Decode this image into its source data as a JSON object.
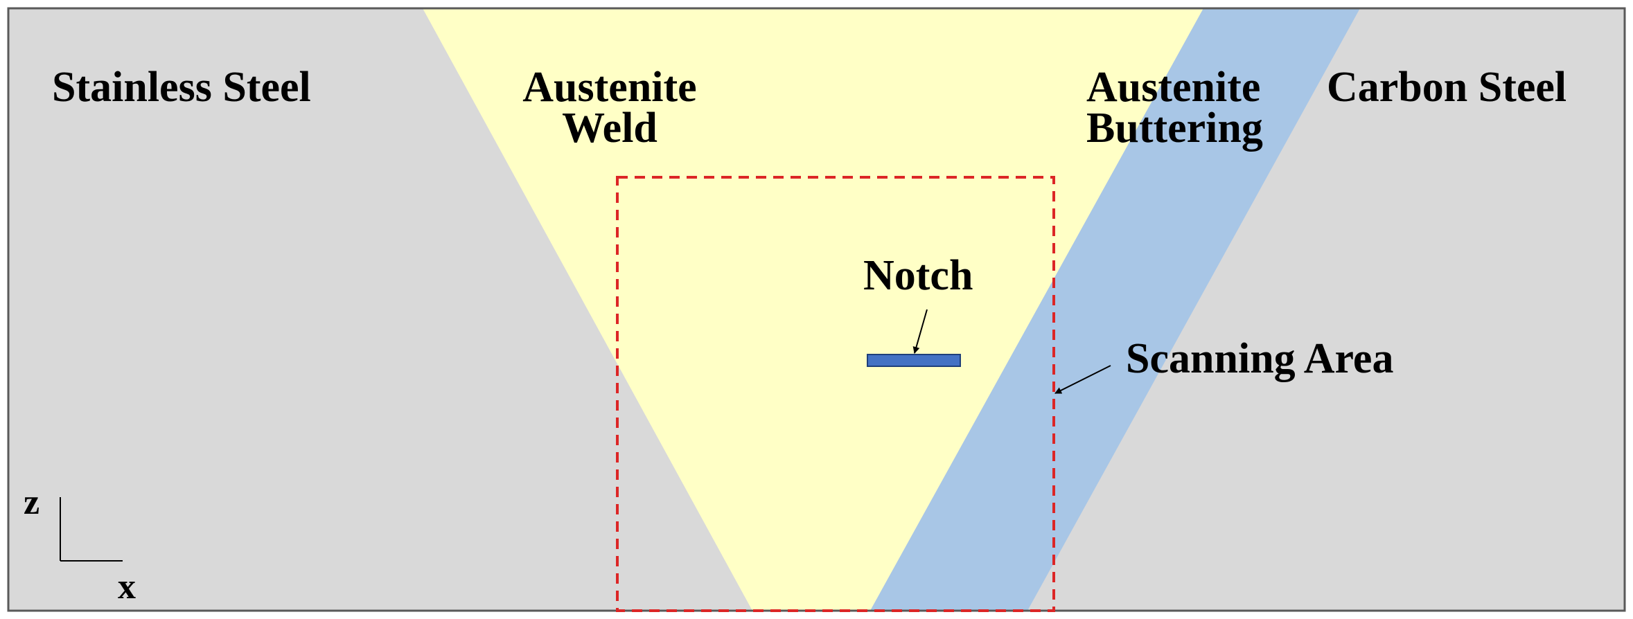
{
  "colors": {
    "base_metal": "#d9d9d9",
    "weld": "#ffffc6",
    "buttering": "#a8c6e6",
    "notch": "#4472c4",
    "scan_area": "#dc2626",
    "border": "#595959",
    "text": "#000000"
  },
  "regions": {
    "stainless_steel": "Stainless Steel",
    "weld_line1": "Austenite",
    "weld_line2": "Weld",
    "buttering_line1": "Austenite",
    "buttering_line2": "Buttering",
    "carbon_steel": "Carbon Steel"
  },
  "annotations": {
    "notch": "Notch",
    "scanning_area": "Scanning Area"
  },
  "axes": {
    "z": "z",
    "x": "x"
  }
}
